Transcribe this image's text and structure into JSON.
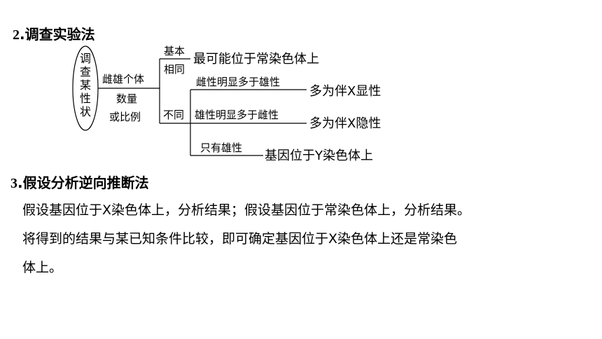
{
  "section2": {
    "number": "2",
    "title": "调查实验法"
  },
  "diagram": {
    "root": "调查某性状",
    "criterion_lines": [
      "雌雄个体",
      "数量",
      "或比例"
    ],
    "branch_same_lines": [
      "基本",
      "相同"
    ],
    "branch_same_result": "最可能位于常染色体上",
    "branch_diff": "不同",
    "cases": [
      {
        "condition": "雌性明显多于雄性",
        "result": "多为伴X显性"
      },
      {
        "condition": "雄性明显多于雌性",
        "result": "多为伴X隐性"
      },
      {
        "condition": "只有雄性",
        "result": "基因位于Y染色体上"
      }
    ]
  },
  "section3": {
    "number": "3",
    "title": "假设分析逆向推断法",
    "lines": [
      "假设基因位于X染色体上，分析结果；假设基因位于常染色体上，分析结果。",
      "将得到的结果与某已知条件比较，即可确定基因位于X染色体上还是常染色",
      "体上。"
    ]
  }
}
